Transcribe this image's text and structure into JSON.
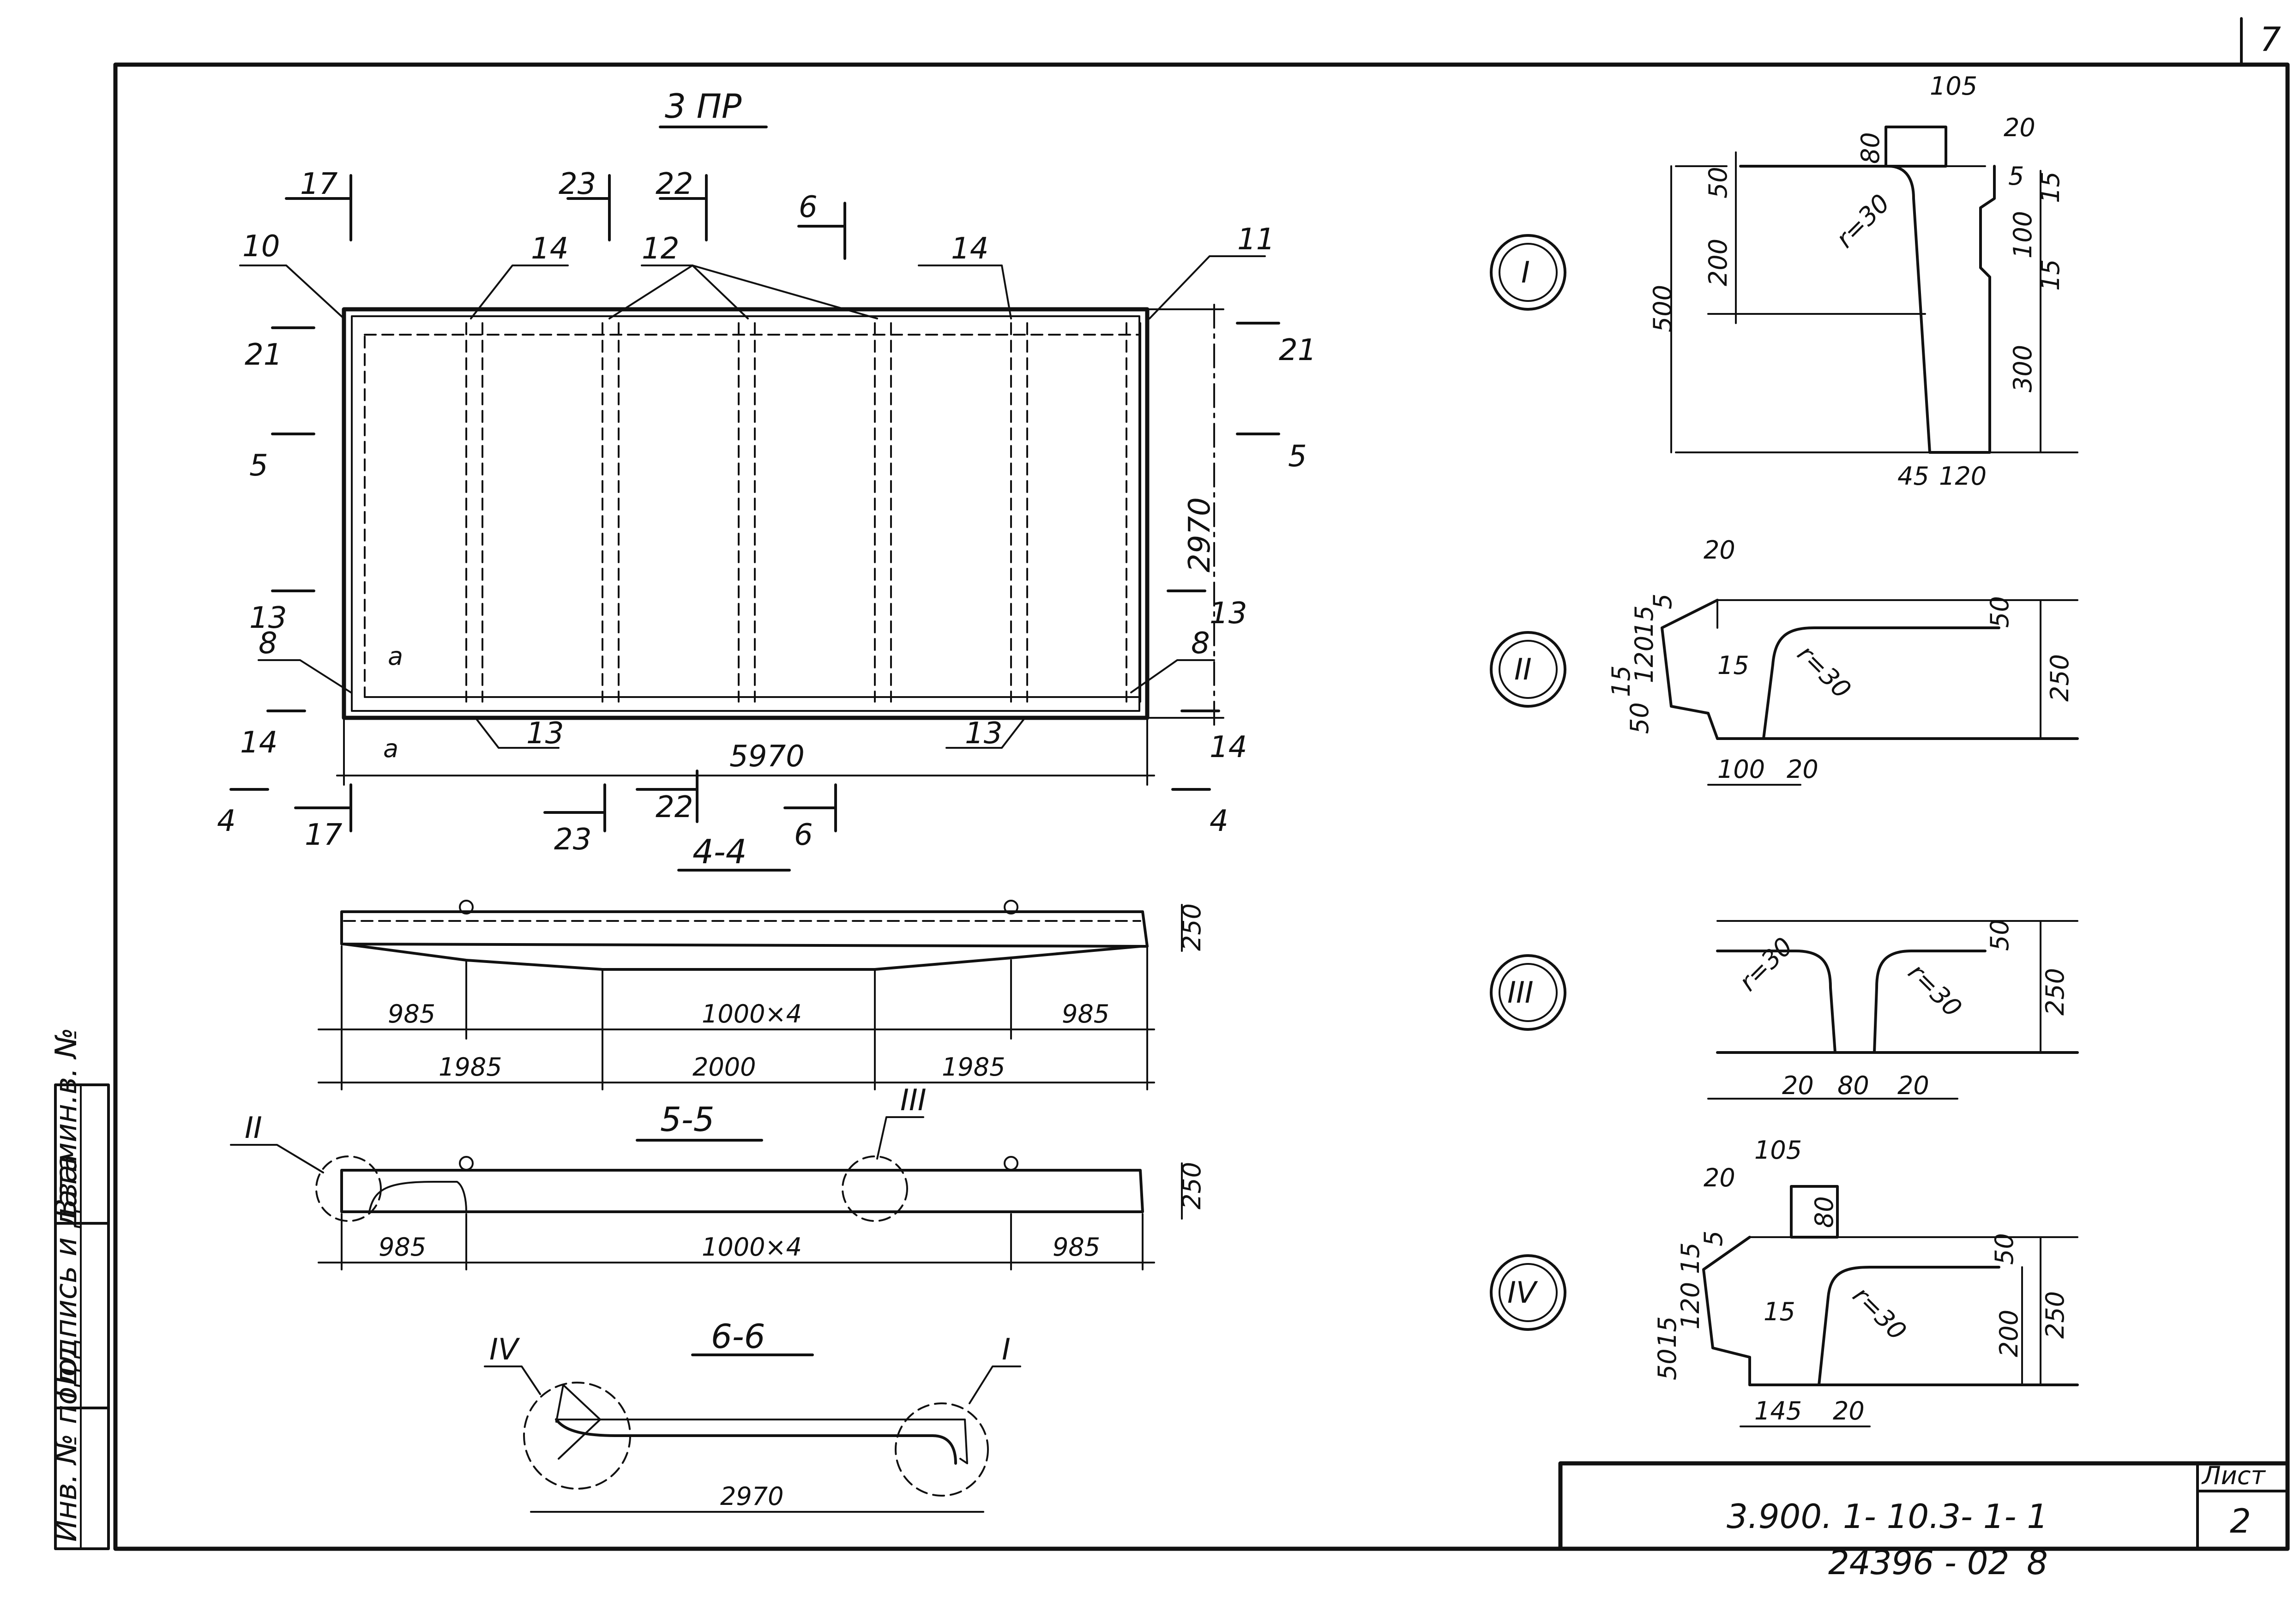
{
  "sheet": {
    "corner_number": "7",
    "title_block": {
      "document_code": "3.900. 1- 10.3- 1- 1",
      "sheet_label": "Лист",
      "sheet_number": "2",
      "archive_code": "24396 - 02",
      "archive_page": "8"
    },
    "side_stamp": [
      "Инв. № подл.",
      "Подпись и дата",
      "Взамин.в. №"
    ]
  },
  "plan": {
    "title": "3 ПР",
    "length": "5970",
    "width": "2970",
    "section_marks": [
      "17",
      "23",
      "22",
      "6",
      "21",
      "5",
      "13",
      "14",
      "4",
      "a"
    ],
    "position_labels": [
      "10",
      "14",
      "12",
      "11",
      "8",
      "13"
    ]
  },
  "section_4_4": {
    "title": "4-4",
    "height": "250",
    "dims_row1": [
      "985",
      "1000×4",
      "985"
    ],
    "dims_row2": [
      "1985",
      "2000",
      "1985"
    ]
  },
  "section_5_5": {
    "title": "5-5",
    "height": "250",
    "callouts": [
      "II",
      "III"
    ],
    "dims": [
      "985",
      "1000×4",
      "985"
    ]
  },
  "section_6_6": {
    "title": "6-6",
    "callouts": [
      "IV",
      "I"
    ],
    "width": "2970"
  },
  "details": {
    "d1": {
      "label": "I",
      "dims": [
        "105",
        "20",
        "80",
        "50",
        "200",
        "500",
        "5",
        "15",
        "100",
        "15",
        "300",
        "45",
        "120",
        "r=30"
      ]
    },
    "d2": {
      "label": "II",
      "dims": [
        "20",
        "15",
        "5",
        "120",
        "15",
        "50",
        "15",
        "50",
        "250",
        "r=30",
        "100",
        "20"
      ]
    },
    "d3": {
      "label": "III",
      "dims": [
        "50",
        "250",
        "r=30",
        "r=30",
        "20",
        "80",
        "20"
      ]
    },
    "d4": {
      "label": "IV",
      "dims": [
        "20",
        "105",
        "80",
        "15",
        "5",
        "120",
        "15",
        "50",
        "15",
        "50",
        "200",
        "250",
        "r=30",
        "145",
        "20"
      ]
    }
  }
}
